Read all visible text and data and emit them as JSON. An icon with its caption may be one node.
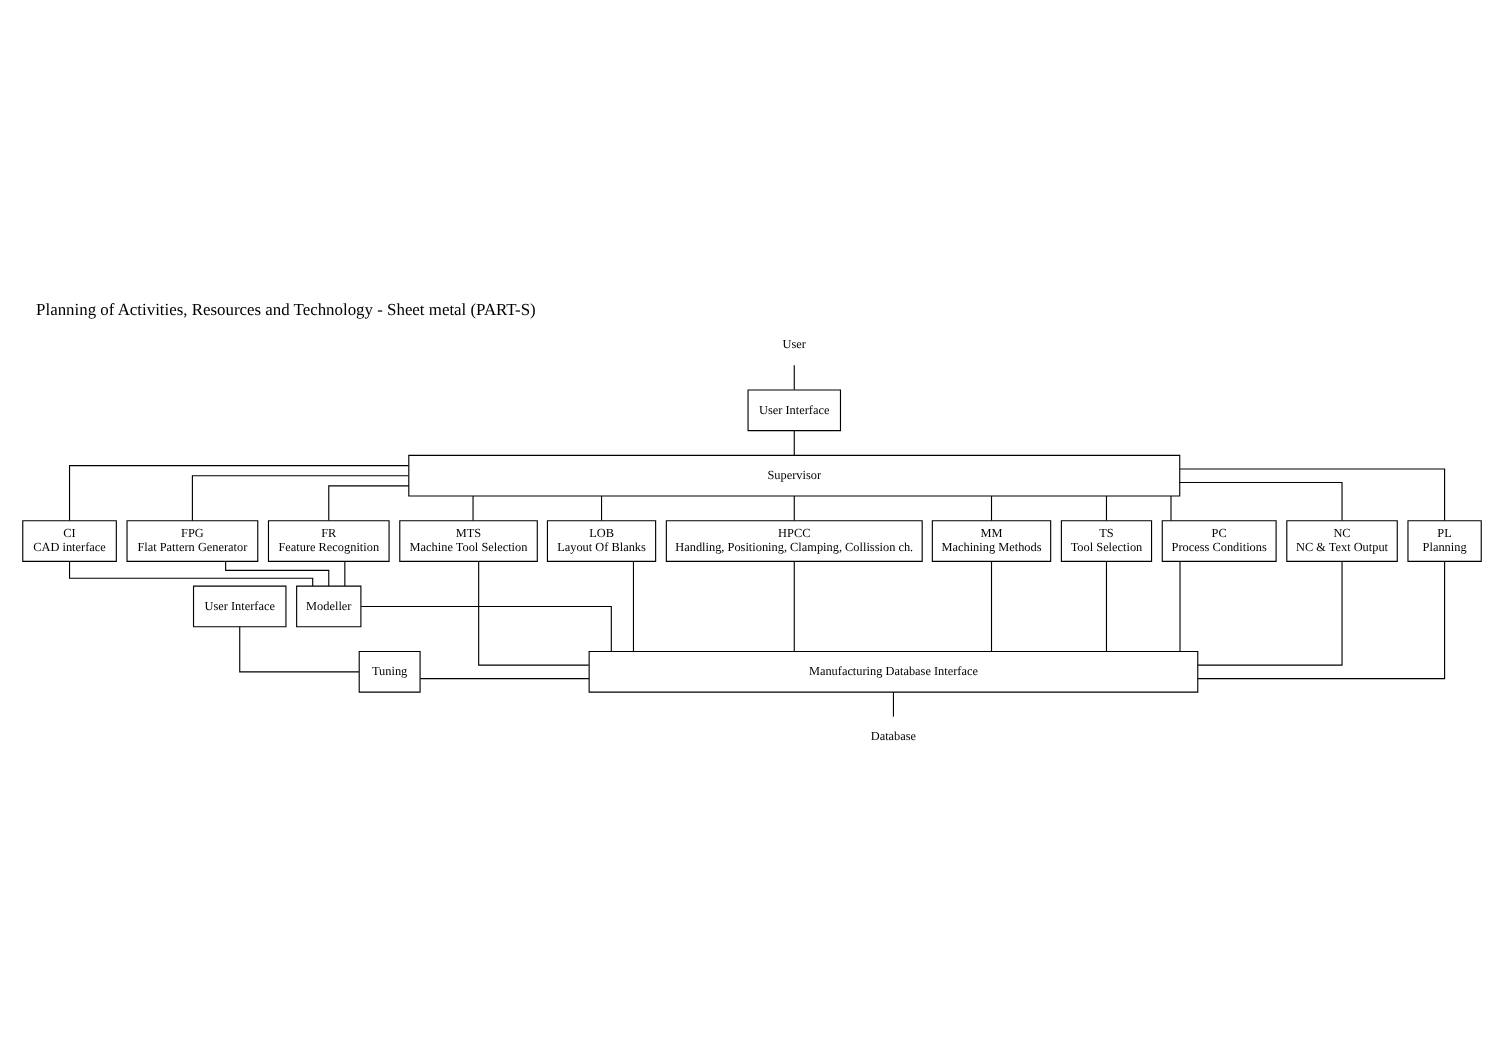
{
  "diagram": {
    "title": "Planning of Activities, Resources and Technology - Sheet metal (PART-S)",
    "nodes": [
      {
        "text": [
          "User"
        ]
      },
      {
        "text": [
          "User Interface"
        ]
      },
      {
        "text": [
          "Supervisor"
        ]
      },
      {
        "text": [
          "CI",
          "CAD interface"
        ]
      },
      {
        "text": [
          "FPG",
          "Flat Pattern Generator"
        ]
      },
      {
        "text": [
          "FR",
          "Feature Recognition"
        ]
      },
      {
        "text": [
          "MTS",
          "Machine Tool Selection"
        ]
      },
      {
        "text": [
          "LOB",
          "Layout Of Blanks"
        ]
      },
      {
        "text": [
          "HPCC",
          "Handling, Positioning, Clamping, Collission ch."
        ]
      },
      {
        "text": [
          "MM",
          "Machining Methods"
        ]
      },
      {
        "text": [
          "TS",
          "Tool Selection"
        ]
      },
      {
        "text": [
          "PC",
          "Process Conditions"
        ]
      },
      {
        "text": [
          "NC",
          "NC & Text Output"
        ]
      },
      {
        "text": [
          "PL",
          "Planning"
        ]
      },
      {
        "text": [
          "Modeller"
        ]
      },
      {
        "text": [
          "User Interface"
        ]
      },
      {
        "text": [
          "Tuning"
        ]
      },
      {
        "text": [
          "Manufacturing Database Interface"
        ]
      },
      {
        "text": [
          "Database"
        ]
      }
    ],
    "edges": [
      {
        "from": 0,
        "to": 1,
        "arrow": "none"
      },
      {
        "from": 1,
        "to": 2,
        "arrow": "none"
      },
      {
        "from": 2,
        "to": 3,
        "arrow": "none"
      },
      {
        "from": 2,
        "to": 4,
        "arrow": "none"
      },
      {
        "from": 2,
        "to": 5,
        "arrow": "none"
      },
      {
        "from": 2,
        "to": 6,
        "arrow": "none"
      },
      {
        "from": 2,
        "to": 7,
        "arrow": "none"
      },
      {
        "from": 2,
        "to": 8,
        "arrow": "none"
      },
      {
        "from": 2,
        "to": 9,
        "arrow": "none"
      },
      {
        "from": 2,
        "to": 10,
        "arrow": "none"
      },
      {
        "from": 2,
        "to": 11,
        "arrow": "none"
      },
      {
        "from": 2,
        "to": 12,
        "arrow": "none"
      },
      {
        "from": 2,
        "to": 13,
        "arrow": "none"
      },
      {
        "from": 3,
        "to": 14,
        "arrow": "none"
      },
      {
        "from": 4,
        "to": 14,
        "arrow": "none"
      },
      {
        "from": 5,
        "to": 14,
        "arrow": "none"
      },
      {
        "from": 14,
        "to": 17,
        "arrow": "none"
      },
      {
        "from": 6,
        "to": 17,
        "arrow": "none"
      },
      {
        "from": 7,
        "to": 17,
        "arrow": "none"
      },
      {
        "from": 8,
        "to": 17,
        "arrow": "none"
      },
      {
        "from": 9,
        "to": 17,
        "arrow": "none"
      },
      {
        "from": 10,
        "to": 17,
        "arrow": "none"
      },
      {
        "from": 11,
        "to": 17,
        "arrow": "none"
      },
      {
        "from": 12,
        "to": 17,
        "arrow": "none"
      },
      {
        "from": 13,
        "to": 17,
        "arrow": "none"
      },
      {
        "from": 15,
        "to": 16,
        "arrow": "none"
      },
      {
        "from": 16,
        "to": 17,
        "arrow": "none"
      },
      {
        "from": 17,
        "to": 18,
        "arrow": "none"
      }
    ]
  }
}
